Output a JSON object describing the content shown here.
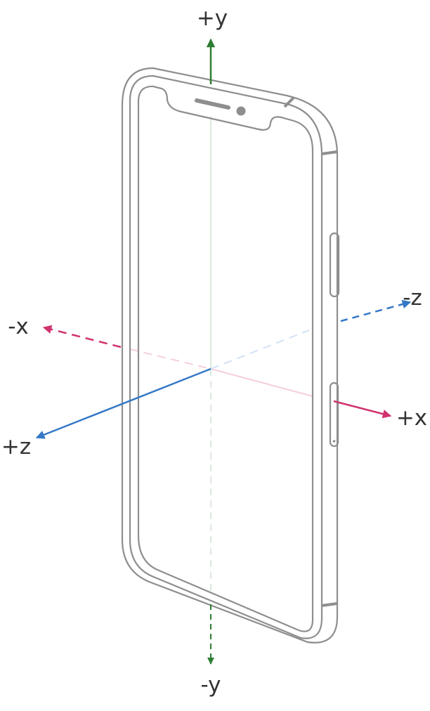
{
  "axes": {
    "pos_y": "+y",
    "neg_y": "-y",
    "pos_x": "+x",
    "neg_x": "-x",
    "pos_z": "+z",
    "neg_z": "-z"
  },
  "colors": {
    "y_axis": "#2e7d32",
    "x_axis": "#d0336f",
    "z_axis": "#3478c6",
    "phone_outline": "#8e8e8e",
    "label": "#333333"
  }
}
